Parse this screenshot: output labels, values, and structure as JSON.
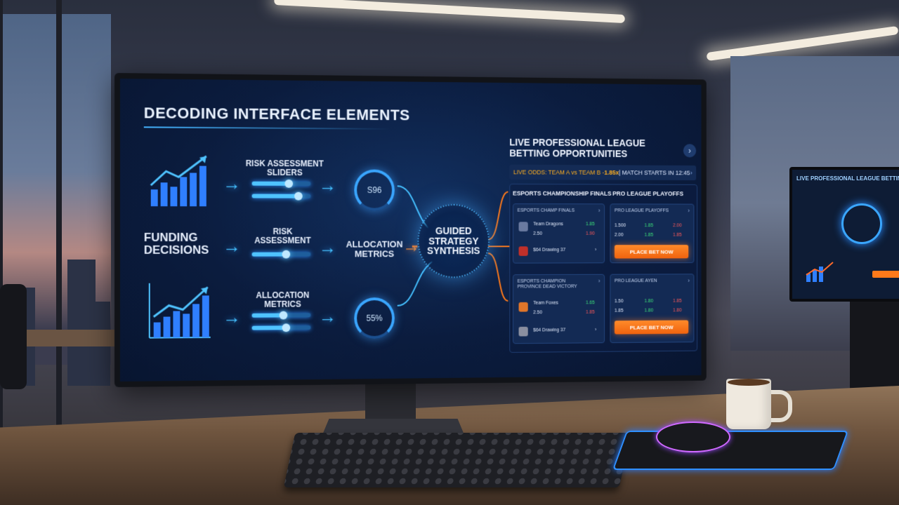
{
  "left_panel": {
    "title": "DECODING INTERFACE ELEMENTS",
    "rows": [
      {
        "label": "RISK ASSESSMENT\nSLIDERS",
        "ring_value": "S96"
      },
      {
        "left_label": "FUNDING\nDECISIONS",
        "label": "RISK\nASSESSMENT",
        "right_label": "ALLOCATION\nMETRICS"
      },
      {
        "label": "ALLOCATION\nMETRICS",
        "ring_value": "55%"
      }
    ],
    "hub_label": "GUIDED\nSTRATEGY\nSYNTHESIS"
  },
  "betting_panel": {
    "title": "LIVE PROFESSIONAL LEAGUE BETTING OPPORTUNITIES",
    "live_bar": {
      "prefix": "LIVE ODDS: TEAM A vs TEAM B - ",
      "highlight": "1.85x",
      "suffix": " | MATCH STARTS IN 12:45"
    },
    "columns": [
      "ESPORTS CHAMPIONSHIP FINALS",
      "PRO LEAGUE PLAYOFFS"
    ],
    "cards": [
      {
        "head": "ESPORTS CHAMP FINALS",
        "team_a": "Team Dragons",
        "odds_a": "1.85",
        "score": "2.50",
        "odds_b": "1.90",
        "footer": "$64 Drawing 37"
      },
      {
        "head": "PRO LEAGUE PLAYOFFS",
        "o1": "1.500",
        "o2": "1.85",
        "o3": "2.00",
        "o4": "2.00",
        "o5": "1.85",
        "o6": "1.85",
        "button": "PLACE BET NOW"
      },
      {
        "head": "ESPORTS CHAMPION PROVINCE DEAD VICTORY",
        "team_a": "Team Foxes",
        "odds_a": "1.65",
        "score": "2.50",
        "odds_b": "1.85",
        "footer": "$64 Drawing 37"
      },
      {
        "head": "PRO LEAGUE AYEN",
        "o1": "1.50",
        "o2": "1.80",
        "o3": "1.85",
        "o4": "1.85",
        "o5": "1.80",
        "o6": "1.80",
        "button": "PLACE BET NOW"
      }
    ]
  },
  "side_monitor": {
    "title": "LIVE PROFESSIONAL LEAGUE BETTING"
  },
  "colors": {
    "accent_blue": "#45c0ff",
    "accent_orange": "#ff7a1a",
    "odds_up": "#3de07a",
    "odds_down": "#ff5a5a"
  }
}
